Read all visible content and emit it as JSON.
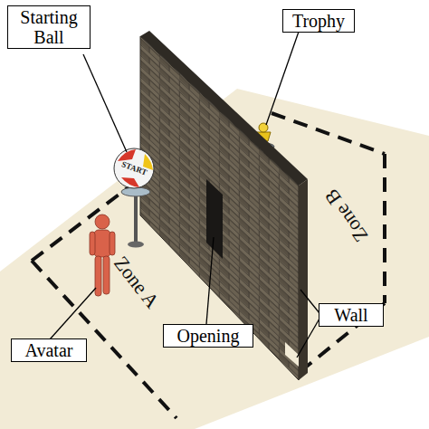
{
  "diagram": {
    "nodes": [
      {
        "text": [
          "Starting Ball"
        ]
      },
      {
        "text": [
          "Trophy"
        ]
      },
      {
        "text": [
          "Wall"
        ]
      },
      {
        "text": [
          "Opening"
        ]
      },
      {
        "text": [
          "Avatar"
        ]
      }
    ],
    "labels": [
      "START",
      "Zone A",
      "Zone B"
    ]
  }
}
